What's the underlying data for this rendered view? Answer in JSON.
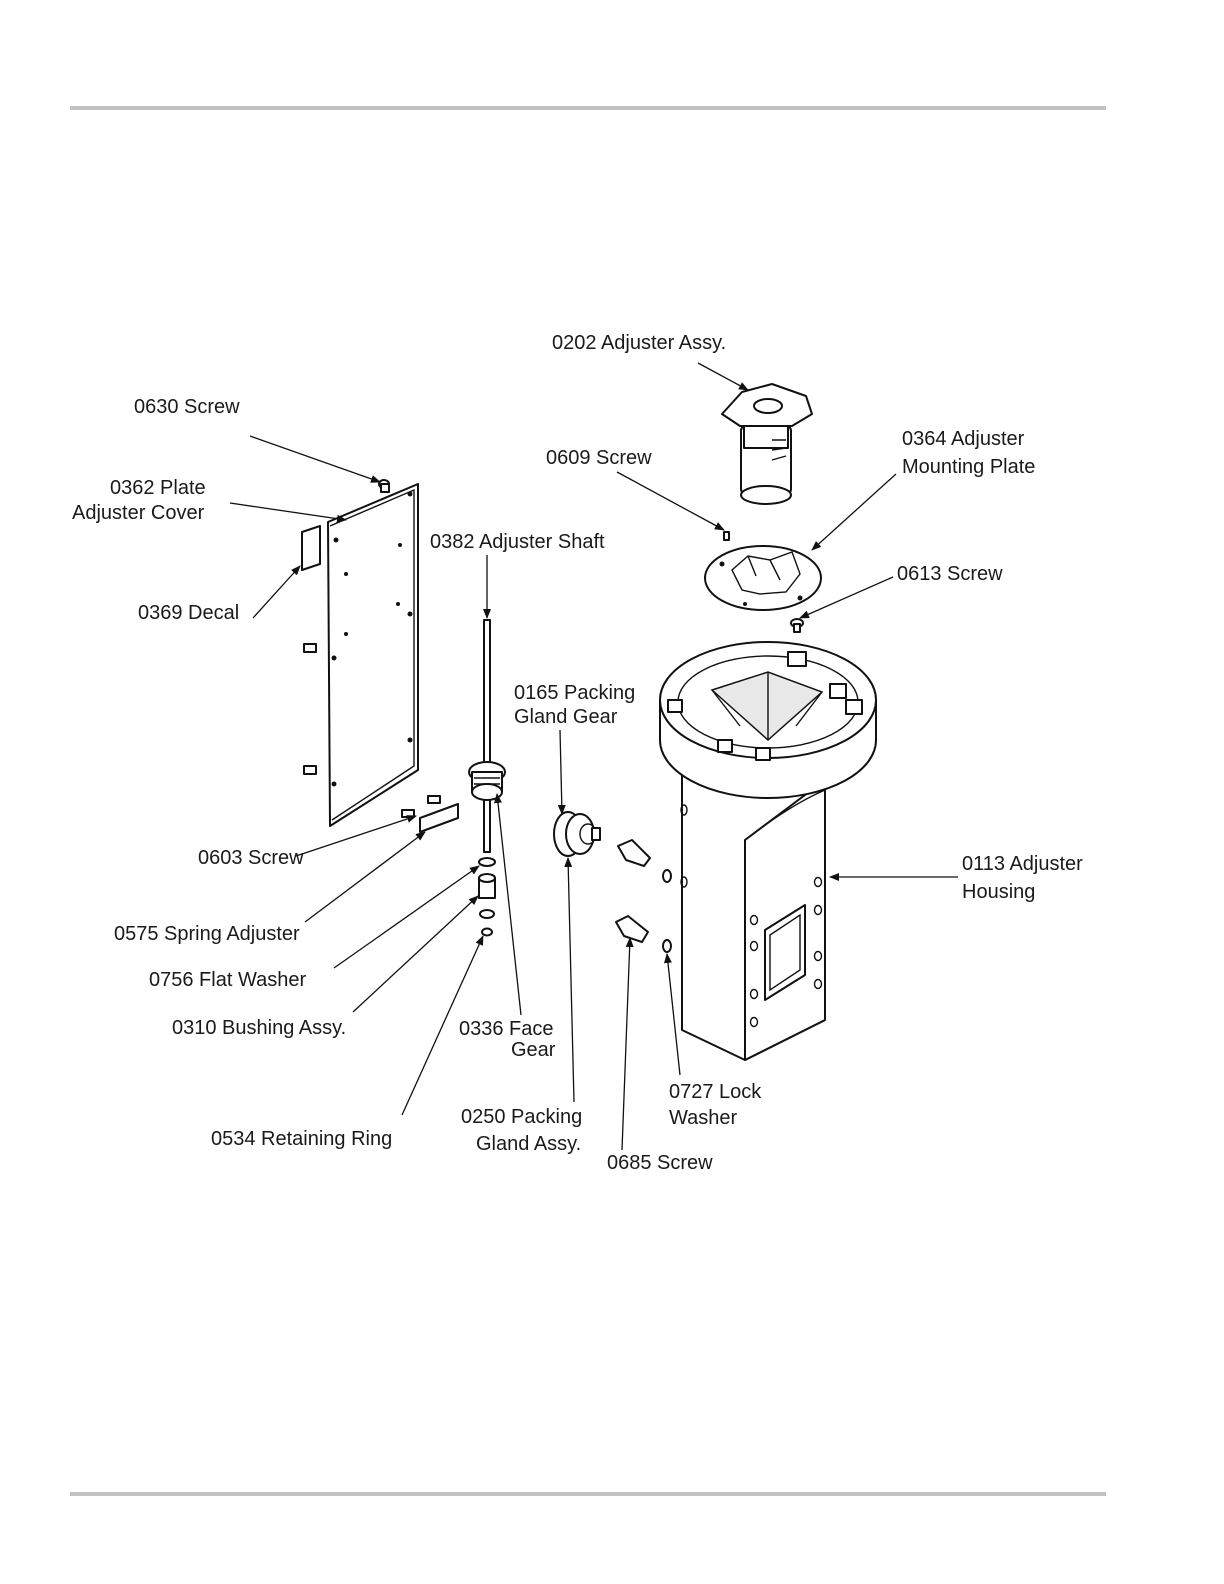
{
  "labels": {
    "l0202": [
      "0202 Adjuster Assy."
    ],
    "l0630": [
      "0630 Screw"
    ],
    "l0364": [
      "0364 Adjuster",
      "Mounting Plate"
    ],
    "l0609": [
      "0609 Screw"
    ],
    "l0362": [
      "0362 Plate",
      "Adjuster Cover"
    ],
    "l0382": [
      "0382 Adjuster Shaft"
    ],
    "l0613": [
      "0613 Screw"
    ],
    "l0369": [
      "0369 Decal"
    ],
    "l0165": [
      "0165 Packing",
      "Gland Gear"
    ],
    "l0603": [
      "0603 Screw"
    ],
    "l0113": [
      "0113 Adjuster",
      "Housing"
    ],
    "l0575": [
      "0575 Spring Adjuster"
    ],
    "l0756": [
      "0756 Flat Washer"
    ],
    "l0310": [
      "0310 Bushing Assy."
    ],
    "l0336": [
      "0336 Face",
      "Gear"
    ],
    "l0727": [
      "0727 Lock",
      "Washer"
    ],
    "l0534": [
      "0534 Retaining Ring"
    ],
    "l0250": [
      "0250 Packing",
      "Gland Assy."
    ],
    "l0685": [
      "0685 Screw"
    ]
  }
}
